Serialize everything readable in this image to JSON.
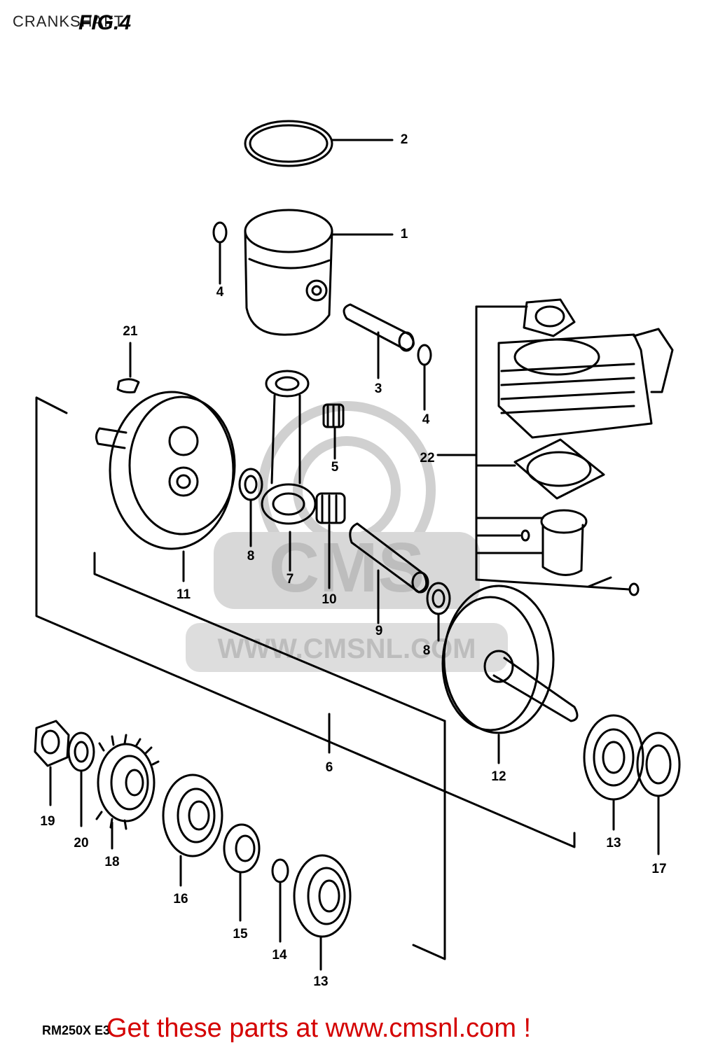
{
  "header": {
    "section_title": "CRANKSHAFT",
    "figure_label": "FIG.4"
  },
  "watermark": {
    "logo_text": "CMS",
    "url_text": "WWW.CMSNL.COM"
  },
  "callouts": {
    "c1": "1",
    "c2": "2",
    "c3": "3",
    "c4a": "4",
    "c4b": "4",
    "c5": "5",
    "c6": "6",
    "c7": "7",
    "c8a": "8",
    "c8b": "8",
    "c9": "9",
    "c10": "10",
    "c11": "11",
    "c12": "12",
    "c13a": "13",
    "c13b": "13",
    "c14": "14",
    "c15": "15",
    "c16": "16",
    "c17": "17",
    "c18": "18",
    "c19": "19",
    "c20": "20",
    "c21": "21",
    "c22": "22"
  },
  "footer": {
    "model_code": "RM250X E3",
    "link_text": "Get these parts at www.cmsnl.com !"
  },
  "colors": {
    "line": "#000000",
    "watermark": "#cccccc",
    "link": "#d40000"
  }
}
